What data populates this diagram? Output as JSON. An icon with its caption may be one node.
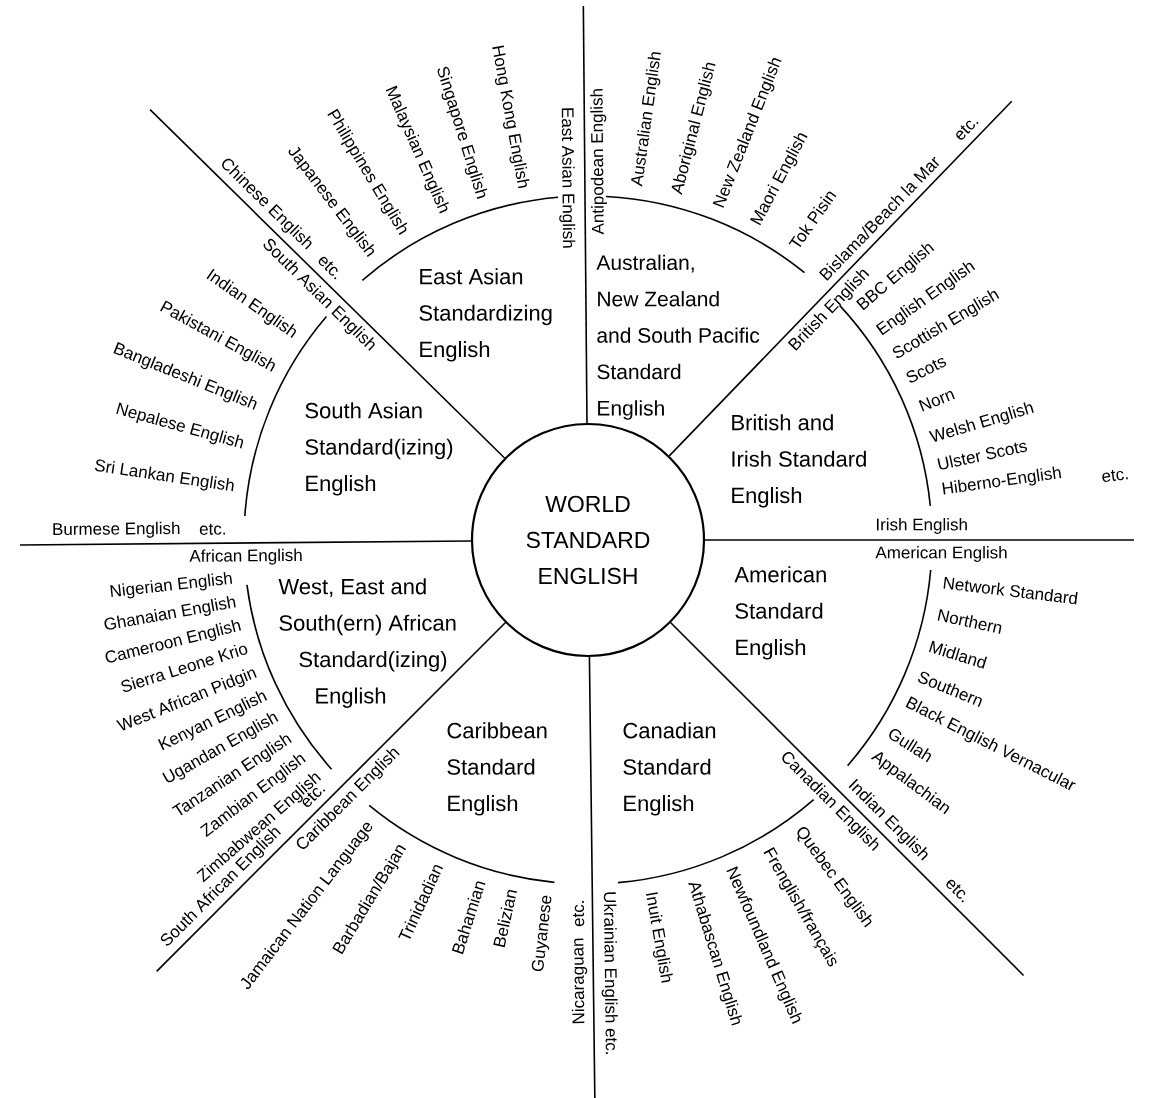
{
  "diagram": {
    "nodes": [
      {
        "text": [
          "WORLD STANDARD ENGLISH"
        ]
      }
    ],
    "labels": [
      "East Asian Standardizing English",
      "East Asian English",
      "Chinese English",
      "etc.",
      "Japanese English",
      "Philippines English",
      "Malaysian English",
      "Singapore English",
      "Hong Kong English",
      "Australian, New Zealand and South Pacific Standard English",
      "Antipodean English",
      "Australian English",
      "Aboriginal English",
      "New Zealand English",
      "Maori English",
      "Tok Pisin",
      "Bislama/Beach la Mar",
      "etc.",
      "British and Irish Standard English",
      "British English",
      "BBC English",
      "English English",
      "Scottish English",
      "Scots",
      "Norn",
      "Welsh English",
      "Ulster Scots",
      "Hiberno-English",
      "etc.",
      "Irish English",
      "American Standard English",
      "American English",
      "Network Standard",
      "Northern",
      "Midland",
      "Southern",
      "Black English Vernacular",
      "Gullah",
      "Appalachian",
      "Indian English",
      "etc.",
      "Canadian Standard English",
      "Canadian English",
      "Quebec English",
      "Frenglish/français",
      "Newfoundland English",
      "Athabascan English",
      "Inuit English",
      "Ukrainian English etc.",
      "Caribbean English",
      "Caribbean Standard English",
      "Jamaican Nation Language",
      "Barbadian/Bajan",
      "Trinidadian",
      "Bahamian",
      "Belizian",
      "Guyanese",
      "Nicaraguan",
      "etc.",
      "West, East and South(ern) African Standard(izing) English",
      "African English",
      "Nigerian English",
      "Ghanaian English",
      "Cameroon English",
      "Sierra Leone Krio",
      "West African Pidgin",
      "Kenyan English",
      "Ugandan English",
      "Tanzanian English",
      "Zambian English",
      "Zimbabwean English",
      "South African English",
      "etc.",
      "South Asian Standard(izing) English",
      "South Asian English",
      "Indian English",
      "Pakistani English",
      "Bangladeshi English",
      "Nepalese English",
      "Sri Lankan English",
      "Burmese English",
      "etc."
    ]
  }
}
